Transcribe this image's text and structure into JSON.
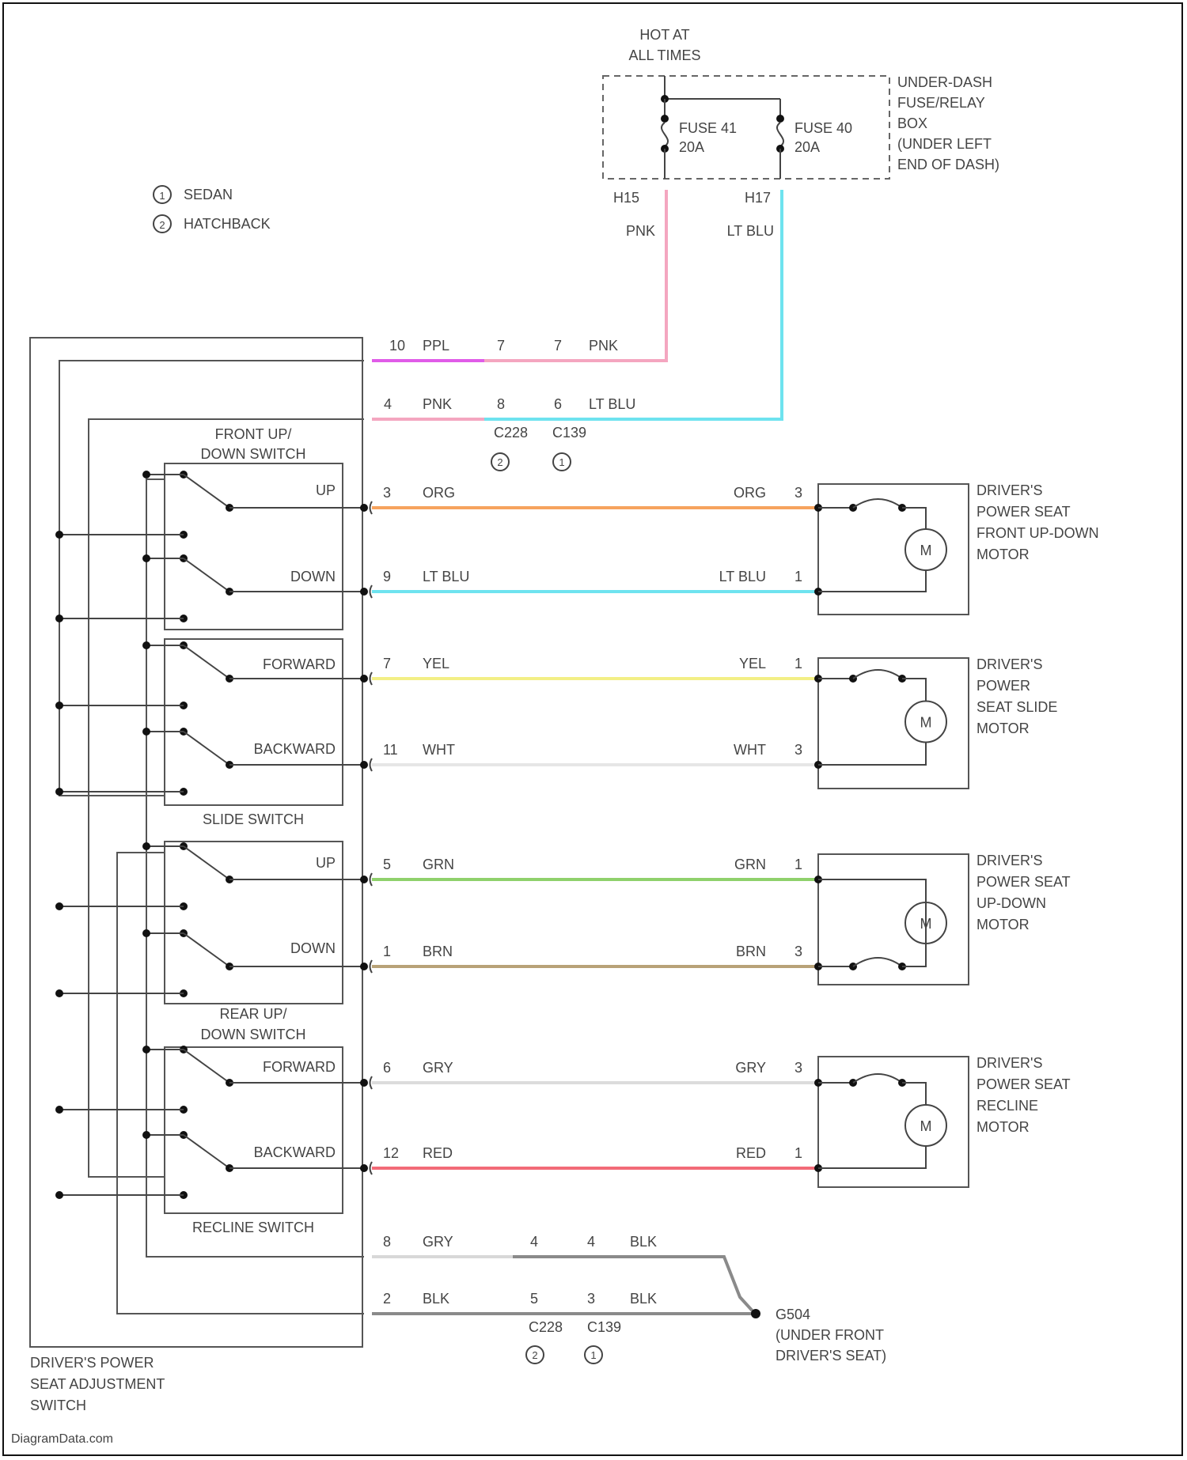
{
  "watermark": "DiagramData.com",
  "power": {
    "hot_at": "HOT AT",
    "all_times": "ALL TIMES",
    "fuse41_name": "FUSE 41",
    "fuse41_rating": "20A",
    "fuse40_name": "FUSE 40",
    "fuse40_rating": "20A",
    "fuse_box_lines": [
      "UNDER-DASH",
      "FUSE/RELAY",
      "BOX",
      "(UNDER LEFT",
      "END OF DASH)"
    ],
    "fuse41_pin": "H15",
    "fuse40_pin": "H17",
    "fuse41_wire": "PNK",
    "fuse40_wire": "LT BLU"
  },
  "legend": {
    "sedan": "SEDAN",
    "hatchback": "HATCHBACK",
    "symbol1": "1",
    "symbol2": "2"
  },
  "switch": {
    "label_lines": [
      "DRIVER'S POWER",
      "SEAT ADJUSTMENT",
      "SWITCH"
    ],
    "front_switch_lines": [
      "FRONT UP/",
      "DOWN SWITCH"
    ],
    "slide_switch": "SLIDE SWITCH",
    "rear_switch_lines": [
      "REAR UP/",
      "DOWN SWITCH"
    ],
    "recline_switch": "RECLINE SWITCH",
    "pos_up": "UP",
    "pos_down": "DOWN",
    "pos_forward": "FORWARD",
    "pos_backward": "BACKWARD"
  },
  "supply_wires": [
    {
      "pin": "10",
      "color": "PPL",
      "mid_pin": "7",
      "mid_pin2": "7",
      "mid_color": "PNK",
      "hex": "#e05ce8"
    },
    {
      "pin": "4",
      "color": "PNK",
      "mid_pin": "8",
      "mid_pin2": "6",
      "mid_color": "LT BLU",
      "hex": "#f4a6c0"
    }
  ],
  "connectors_top": {
    "c1": "C228",
    "c2": "C139"
  },
  "motor_wires": [
    {
      "sw_pin": "3",
      "sw_color": "ORG",
      "m_color": "ORG",
      "m_pin": "3",
      "hex": "#f6a35e"
    },
    {
      "sw_pin": "9",
      "sw_color": "LT BLU",
      "m_color": "LT BLU",
      "m_pin": "1",
      "hex": "#6ee3ef"
    },
    {
      "sw_pin": "7",
      "sw_color": "YEL",
      "m_color": "YEL",
      "m_pin": "1",
      "hex": "#f3ef86"
    },
    {
      "sw_pin": "11",
      "sw_color": "WHT",
      "m_color": "WHT",
      "m_pin": "3",
      "hex": "#e6e6e6"
    },
    {
      "sw_pin": "5",
      "sw_color": "GRN",
      "m_color": "GRN",
      "m_pin": "1",
      "hex": "#8fd16c"
    },
    {
      "sw_pin": "1",
      "sw_color": "BRN",
      "m_color": "BRN",
      "m_pin": "3",
      "hex": "#b8a278"
    },
    {
      "sw_pin": "6",
      "sw_color": "GRY",
      "m_color": "GRY",
      "m_pin": "3",
      "hex": "#dcdcdc"
    },
    {
      "sw_pin": "12",
      "sw_color": "RED",
      "m_color": "RED",
      "m_pin": "1",
      "hex": "#f26b78"
    }
  ],
  "motors": [
    {
      "lines": [
        "DRIVER'S",
        "POWER SEAT",
        "FRONT UP-DOWN",
        "MOTOR"
      ],
      "symbol": "M"
    },
    {
      "lines": [
        "DRIVER'S",
        "POWER",
        "SEAT SLIDE",
        "MOTOR"
      ],
      "symbol": "M"
    },
    {
      "lines": [
        "DRIVER'S",
        "POWER SEAT",
        "UP-DOWN",
        "MOTOR"
      ],
      "symbol": "M"
    },
    {
      "lines": [
        "DRIVER'S",
        "POWER SEAT",
        "RECLINE",
        "MOTOR"
      ],
      "symbol": "M"
    }
  ],
  "ground_wires": [
    {
      "pin": "8",
      "color": "GRY",
      "mid_pin": "4",
      "mid_pin2": "4",
      "mid_color": "BLK",
      "hex": "#d8d8d8"
    },
    {
      "pin": "2",
      "color": "BLK",
      "mid_pin": "5",
      "mid_pin2": "3",
      "mid_color": "BLK",
      "hex": "#8a8a8a"
    }
  ],
  "connectors_bottom": {
    "c1": "C228",
    "c2": "C139"
  },
  "ground": {
    "name": "G504",
    "lines": [
      "(UNDER FRONT",
      "DRIVER'S SEAT)"
    ]
  }
}
